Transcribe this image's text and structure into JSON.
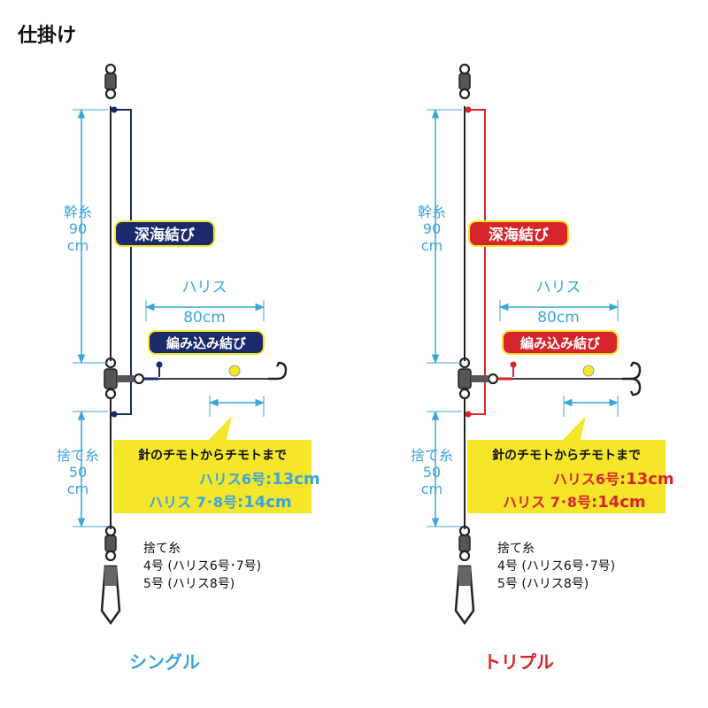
{
  "title": "仕掛け",
  "colors": {
    "single_accent": "#1b2a6b",
    "triple_accent": "#d7262b",
    "dimension": "#3aa5dc",
    "yellow_box": "#f5e62a",
    "line": "#222222"
  },
  "panels": [
    {
      "caption": "シングル",
      "knot_main": "深海結び",
      "knot_branch": "編み込み結び",
      "mainline_label": [
        "幹糸",
        "90",
        "cm"
      ],
      "harisu_label": "ハリス",
      "harisu_length": "80cm",
      "sutei_label": [
        "捨て糸",
        "50",
        "cm"
      ],
      "note_header": "針のチモトからチモトまで",
      "note_line1_prefix": "ハリス6号",
      "note_line1_value": ":13cm",
      "note_line2_prefix": "ハリス 7･8号",
      "note_line2_value": ":14cm",
      "sutei_spec": [
        "捨て糸",
        "4号 (ハリス6号･7号)",
        "5号 (ハリス8号)"
      ]
    },
    {
      "caption": "トリプル",
      "knot_main": "深海結び",
      "knot_branch": "編み込み結び",
      "mainline_label": [
        "幹糸",
        "90",
        "cm"
      ],
      "harisu_label": "ハリス",
      "harisu_length": "80cm",
      "sutei_label": [
        "捨て糸",
        "50",
        "cm"
      ],
      "note_header": "針のチモトからチモトまで",
      "note_line1_prefix": "ハリス6号",
      "note_line1_value": ":13cm",
      "note_line2_prefix": "ハリス 7･8号",
      "note_line2_value": ":14cm",
      "sutei_spec": [
        "捨て糸",
        "4号 (ハリス6号･7号)",
        "5号 (ハリス8号)"
      ]
    }
  ]
}
